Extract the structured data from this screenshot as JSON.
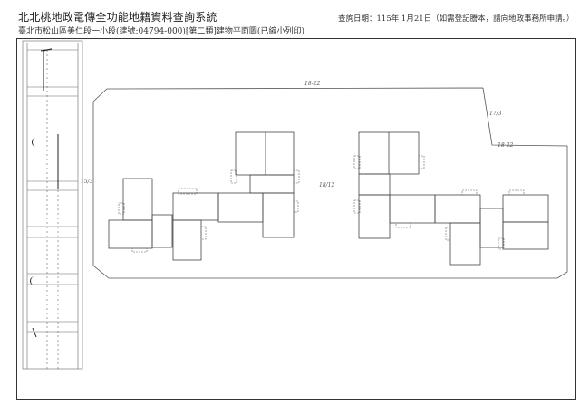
{
  "header": {
    "system_title": "北北桃地政電傳全功能地籍資料查詢系統",
    "query_date": "查詢日期：115年 1月21日（如需登記謄本，請向地政事務所申請。）",
    "document_subtitle": "臺北市松山區美仁段一小段(建號:04794-000)[第二類]建物平面圖(已縮小列印)"
  },
  "drawing": {
    "labels": {
      "top_lot": "18-22",
      "center_lot": "18/12",
      "right_lot": "17/3",
      "right_corner_lot": "18-22",
      "left_lot": "15/3"
    },
    "line_color": "#555555"
  }
}
